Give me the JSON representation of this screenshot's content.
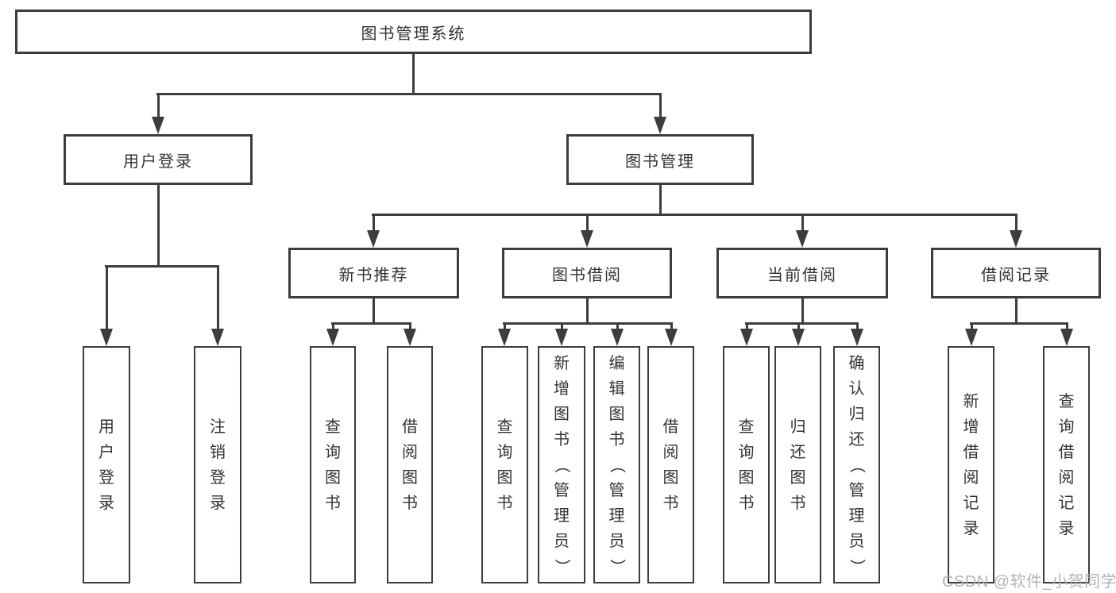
{
  "tree": {
    "root": {
      "label": "图书管理系统",
      "children": [
        {
          "label": "用户登录",
          "children": [
            {
              "label": "用户登录"
            },
            {
              "label": "注销登录"
            }
          ]
        },
        {
          "label": "图书管理",
          "children": [
            {
              "label": "新书推荐",
              "children": [
                {
                  "label": "查询图书"
                },
                {
                  "label": "借阅图书"
                }
              ]
            },
            {
              "label": "图书借阅",
              "children": [
                {
                  "label": "查询图书"
                },
                {
                  "label": "新增图书（管理员）"
                },
                {
                  "label": "编辑图书（管理员）"
                },
                {
                  "label": "借阅图书"
                }
              ]
            },
            {
              "label": "当前借阅",
              "children": [
                {
                  "label": "查询图书"
                },
                {
                  "label": "归还图书"
                },
                {
                  "label": "确认归还（管理员）"
                }
              ]
            },
            {
              "label": "借阅记录",
              "children": [
                {
                  "label": "新增借阅记录"
                },
                {
                  "label": "查询借阅记录"
                }
              ]
            }
          ]
        }
      ]
    }
  },
  "watermark": "CSDN @软件_小贺同学",
  "colors": {
    "line": "#3d3d3d",
    "text": "#333333",
    "watermark": "#b5b4b4",
    "background": "#ffffff"
  }
}
